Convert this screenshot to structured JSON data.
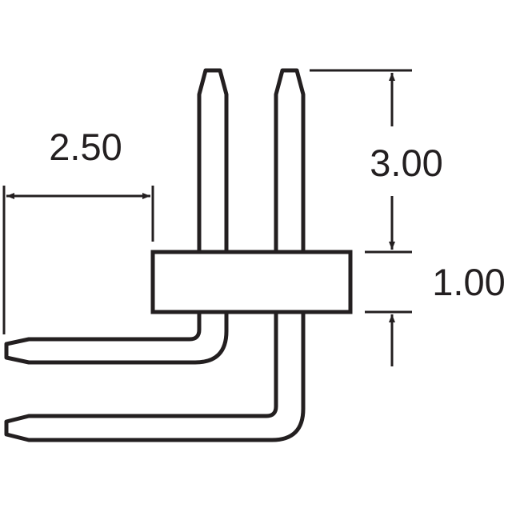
{
  "dimensions": {
    "pin_pitch": "2.50",
    "pin_length_above_body": "3.00",
    "body_height": "1.00"
  },
  "colors": {
    "stroke": "#231f20",
    "background": "#ffffff"
  }
}
